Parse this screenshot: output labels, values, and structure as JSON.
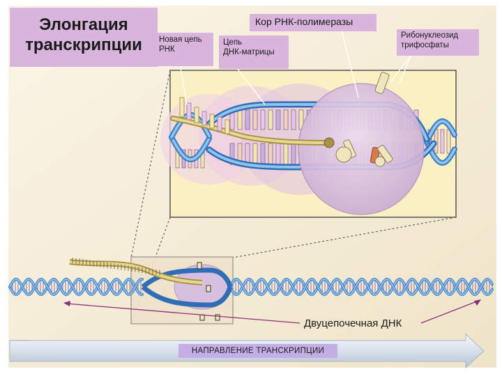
{
  "title": {
    "line1": "Элонгация",
    "line2": "транскрипции"
  },
  "labels": {
    "new_rna_line1": "Новая цепь",
    "new_rna_line2": "РНК",
    "template_line1": "Цепь",
    "template_line2": "ДНК-матрицы",
    "core_polymerase": "Кор РНК-полимеразы",
    "ntp_line1": "Рибонуклеозид",
    "ntp_line2": "трифосфаты",
    "double_stranded_dna": "Двуцепочечная ДНК",
    "direction": "НАПРАВЛЕНИЕ ТРАНСКРИПЦИИ"
  },
  "colors": {
    "label_bg": "#d9b4dd",
    "direction_bg": "#c5aee6",
    "dna_strand": "#3e7fc6",
    "dna_strand_light": "#8fc4ee",
    "rna_strand": "#c9b76a",
    "polymerase": "#d7bfe0",
    "zoom_bg": "#fbf0c4",
    "arrow_fill": "#dde5ef",
    "pointer_line": "#8a2f7a"
  }
}
